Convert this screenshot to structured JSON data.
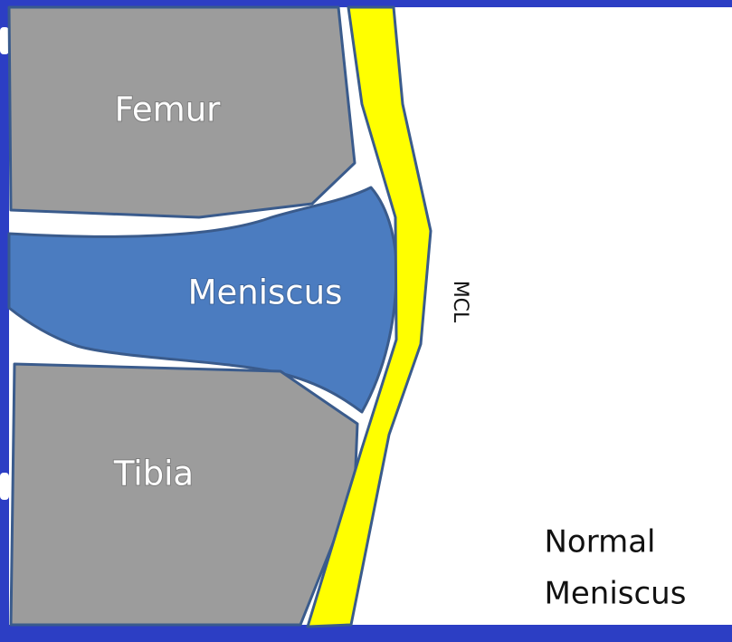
{
  "labels": {
    "femur": "Femur",
    "meniscus": "Meniscus",
    "tibia": "Tibia",
    "mcl": "MCL",
    "caption_line1": "Normal",
    "caption_line2": "Meniscus"
  },
  "colors": {
    "frame_blue": "#2c3ec4",
    "background": "#ffffff",
    "bone_gray": "#9c9c9c",
    "outline_blue": "#3a5b8c",
    "meniscus_blue": "#4b7cc0",
    "ligament_yellow": "#ffff00"
  }
}
